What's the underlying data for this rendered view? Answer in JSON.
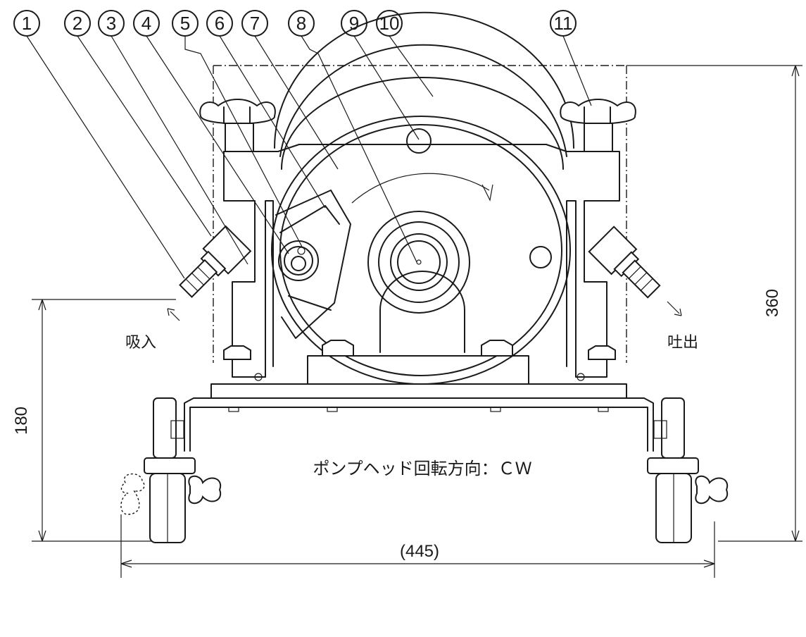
{
  "part_numbers": [
    "1",
    "2",
    "3",
    "4",
    "5",
    "6",
    "7",
    "8",
    "9",
    "10",
    "11"
  ],
  "labels": {
    "suction": "吸入",
    "discharge": "吐出",
    "rotation_caption": "ポンプヘッド回転方向：ＣＷ"
  },
  "dimensions": {
    "total_height": "360",
    "inlet_height": "180",
    "overall_width": "(445)"
  }
}
